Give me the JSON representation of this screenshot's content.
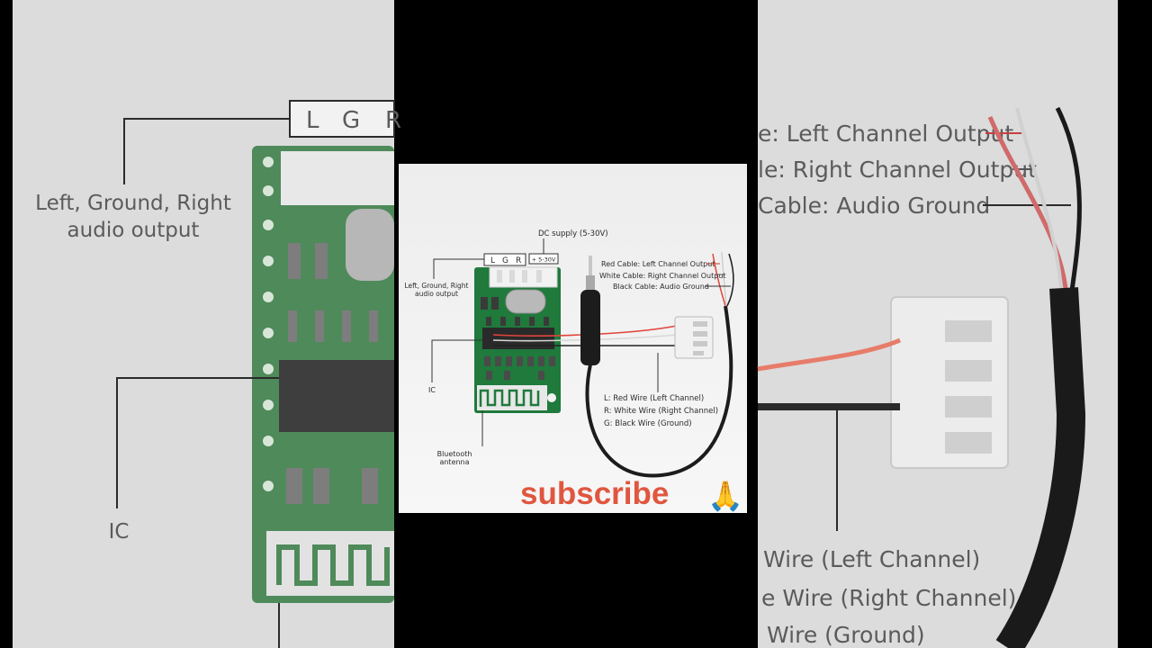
{
  "diagram": {
    "dc_supply": "DC supply (5-30V)",
    "plus_label": "+ 5-30V",
    "pin_l": "L",
    "pin_g": "G",
    "pin_r": "R",
    "lgr_line1": "Left, Ground, Right",
    "lgr_line2": "audio output",
    "ic": "IC",
    "bt_line1": "Bluetooth",
    "bt_line2": "antenna",
    "red_cable": "Red Cable: Left Channel Output",
    "white_cable": "White Cable: Right Channel Output",
    "black_cable": "Black Cable: Audio Ground",
    "legend_l": "L: Red Wire (Left Channel)",
    "legend_r": "R: White Wire (Right Channel)",
    "legend_g": "G: Black Wire (Ground)"
  },
  "background": {
    "lgr_line1": "Left, Ground, Right",
    "lgr_line2": "audio output",
    "ic": "IC",
    "red_cable_frag": "e: Left Channel Output",
    "white_cable_frag": "le: Right Channel Output",
    "black_cable_frag": "Cable: Audio Ground",
    "legend_l_frag": "Wire (Left Channel)",
    "legend_r_frag": "e Wire (Right Channel)",
    "legend_g_frag": "Wire (Ground)"
  },
  "overlay": {
    "subscribe": "subscribe",
    "emoji": "🙏"
  },
  "colors": {
    "pcb_green": "#1f7a3c",
    "wire_red": "#e0453a",
    "subscribe_red": "#e0563f",
    "background_gray": "#dcdcdc"
  }
}
